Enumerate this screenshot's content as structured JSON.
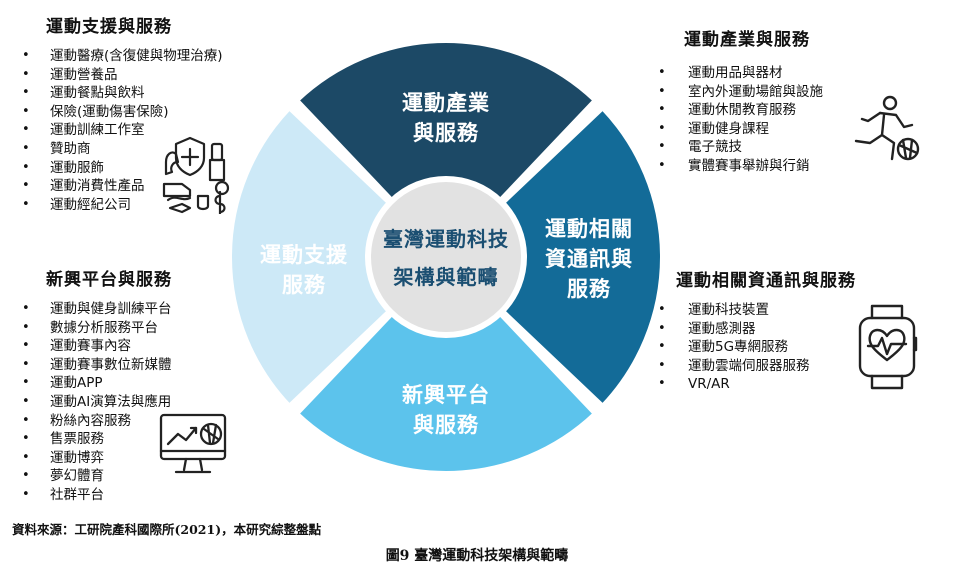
{
  "diagram": {
    "center": [
      "臺灣運動科技",
      "架構與範疇"
    ],
    "segments": {
      "top": [
        "運動產業",
        "與服務"
      ],
      "right": [
        "運動相關",
        "資通訊與",
        "服務"
      ],
      "bottom": [
        "新興平台",
        "與服務"
      ],
      "left": [
        "運動支援",
        "服務"
      ]
    },
    "colors": {
      "top": "#1c4966",
      "right": "#136b98",
      "bottom": "#5cc3ec",
      "left": "#cde9f7",
      "center": "#e2e2e2"
    }
  },
  "support": {
    "title": "運動支援與服務",
    "items": [
      "運動醫療(含復健與物理治療)",
      "運動營養品",
      "運動餐點與飲料",
      "保險(運動傷害保險)",
      "運動訓練工作室",
      "贊助商",
      "運動服飾",
      "運動消費性產品",
      "運動經紀公司"
    ]
  },
  "industry": {
    "title": "運動產業與服務",
    "items": [
      "運動用品與器材",
      "室內外運動場館與設施",
      "運動休閒教育服務",
      "運動健身課程",
      "電子競技",
      "實體賽事舉辦與行銷"
    ]
  },
  "platform": {
    "title": "新興平台與服務",
    "items": [
      "運動與健身訓練平台",
      "數據分析服務平台",
      "運動賽事內容",
      "運動賽事數位新媒體",
      "運動APP",
      "運動AI演算法與應用",
      "粉絲內容服務",
      "售票服務",
      "運動博弈",
      "夢幻體育",
      "社群平台"
    ]
  },
  "ict": {
    "title": "運動相關資通訊與服務",
    "items": [
      "運動科技裝置",
      "運動感測器",
      "運動5G專網服務",
      "運動雲端伺服器服務",
      "VR/AR"
    ]
  },
  "icons": [
    "health-products-icon",
    "athlete-ball-icon",
    "analytics-monitor-icon",
    "smartwatch-heart-icon"
  ],
  "footnote": "資料來源：工研院產科國際所(2021)，本研究綜整盤點",
  "caption": "圖9 臺灣運動科技架構與範疇"
}
